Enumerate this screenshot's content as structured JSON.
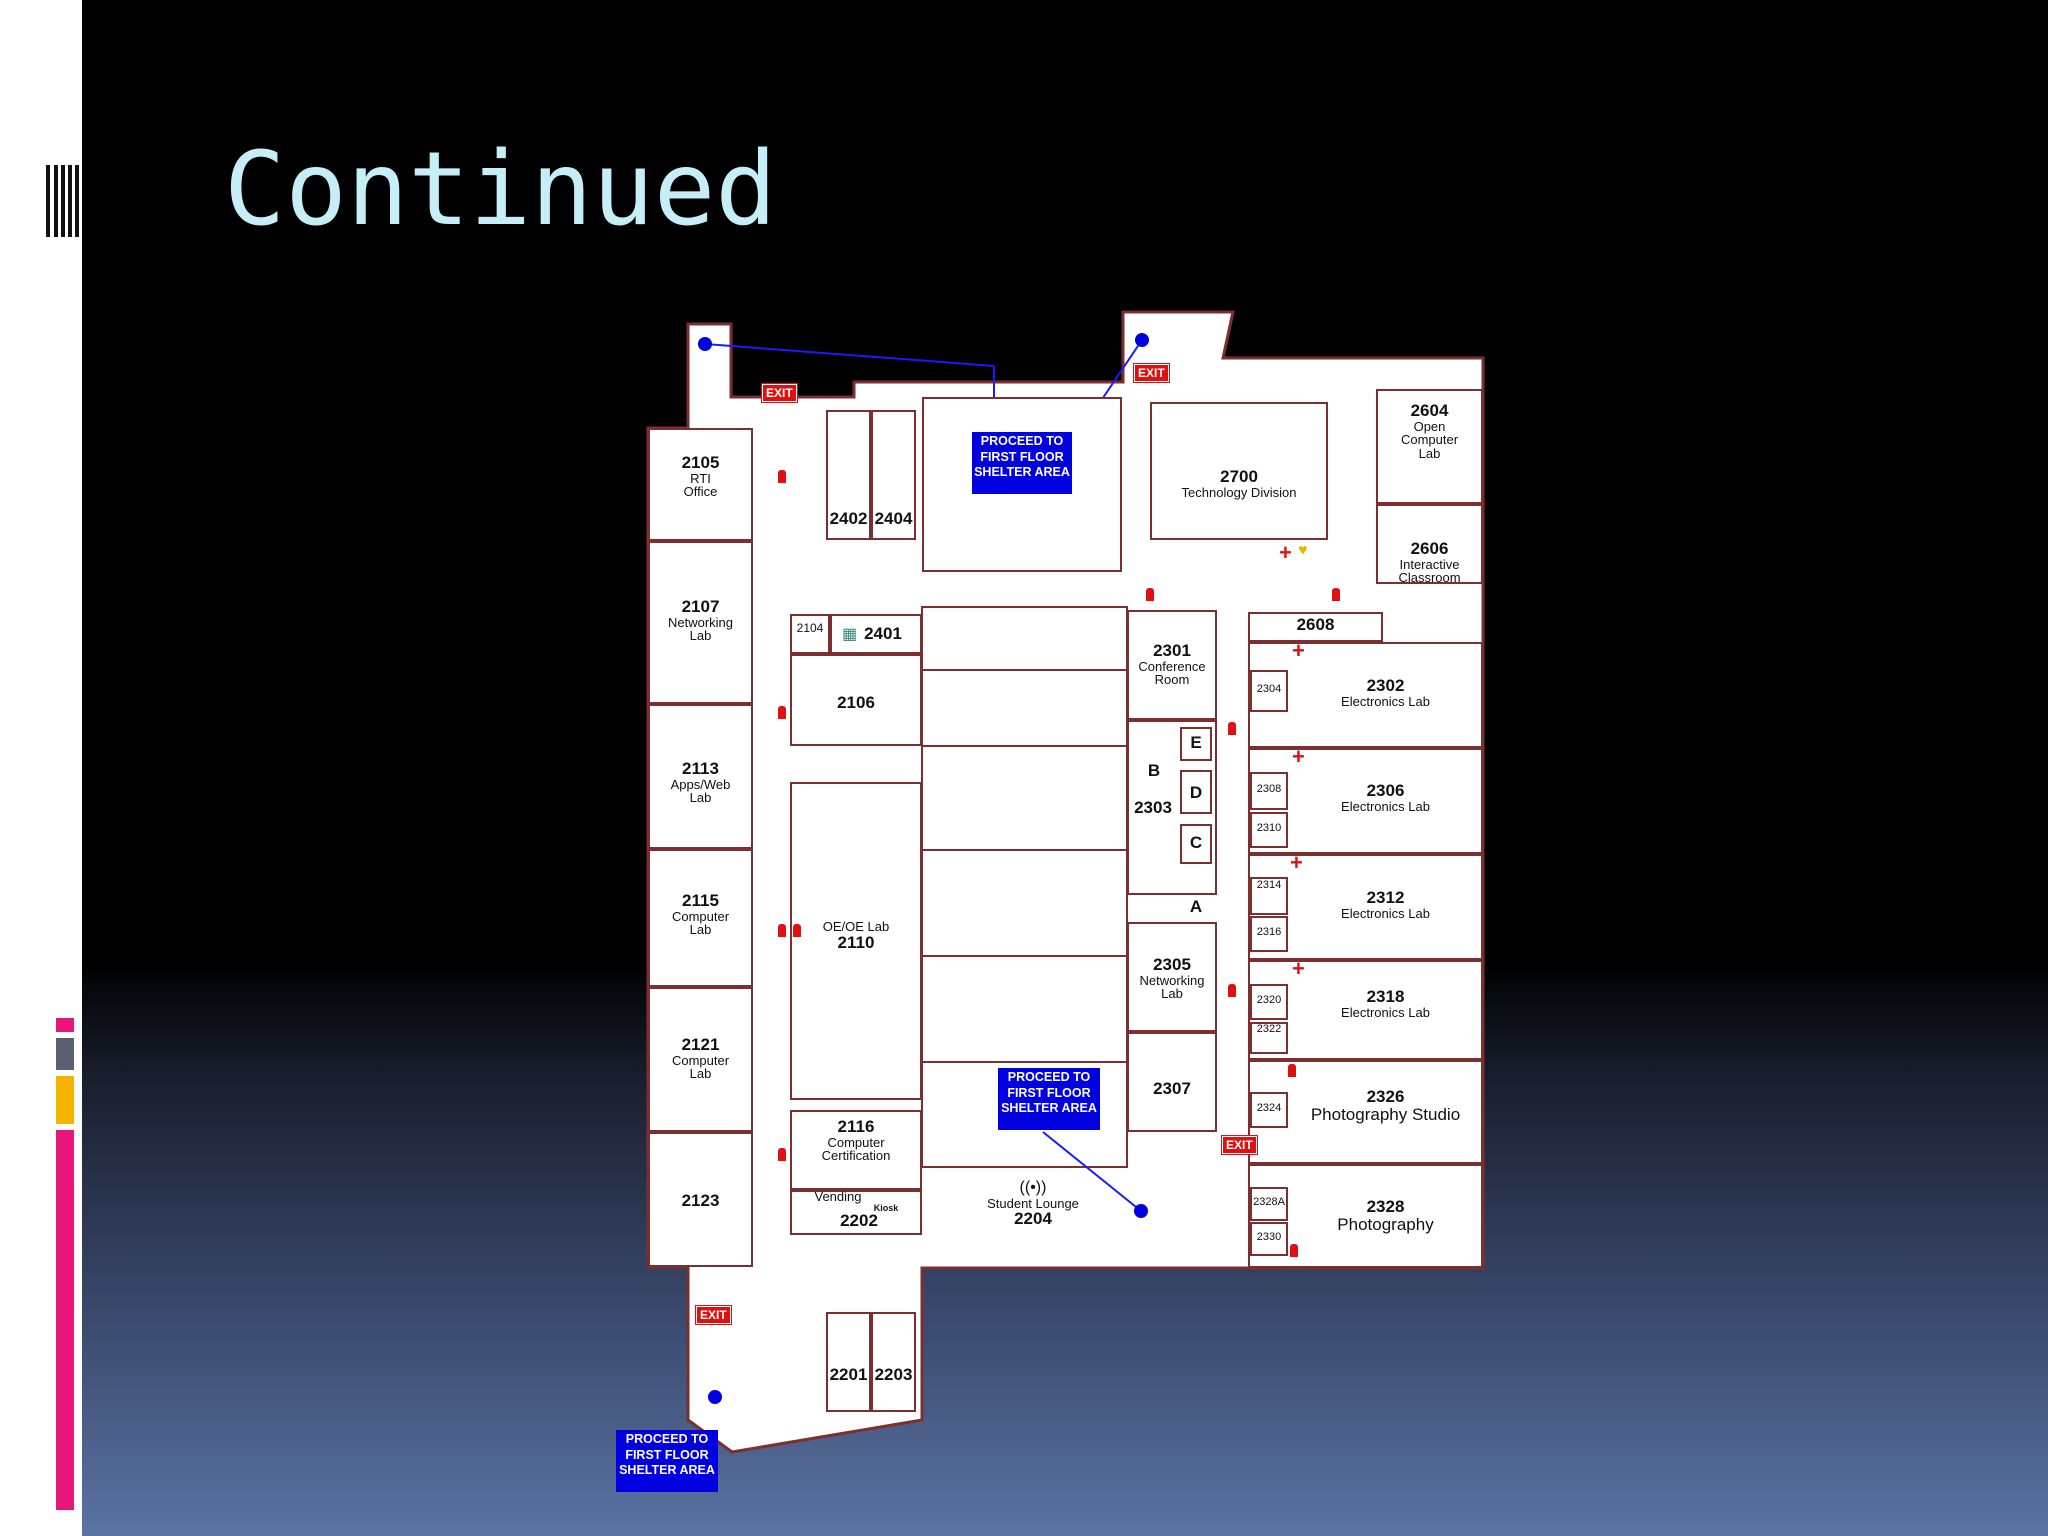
{
  "slide": {
    "title": "Continued"
  },
  "colors": {
    "title": "#c6eef6",
    "wall": "#7d2e2e",
    "shelter": "#0000e0",
    "exit": "#e01010",
    "accent_gray": "#5a6070",
    "accent_yellow": "#f5b400",
    "accent_pink": "#e8177a"
  },
  "plan": {
    "shelter_text": [
      "PROCEED TO",
      "FIRST FLOOR",
      "SHELTER AREA"
    ],
    "exit_label": "EXIT",
    "rooms": {
      "r2105": {
        "num": "2105",
        "sub": "RTI\nOffice"
      },
      "r2107": {
        "num": "2107",
        "sub": "Networking\nLab"
      },
      "r2113": {
        "num": "2113",
        "sub": "Apps/Web\nLab"
      },
      "r2115": {
        "num": "2115",
        "sub": "Computer\nLab"
      },
      "r2121": {
        "num": "2121",
        "sub": "Computer\nLab"
      },
      "r2123": {
        "num": "2123"
      },
      "r2402": {
        "num": "2402"
      },
      "r2404": {
        "num": "2404"
      },
      "r2104": {
        "num": "2104"
      },
      "r2401": {
        "num": "2401"
      },
      "r2106": {
        "num": "2106"
      },
      "r2110": {
        "num": "2110",
        "sub": "OE/OE Lab"
      },
      "r2116": {
        "num": "2116",
        "sub": "Computer\nCertification"
      },
      "r2202": {
        "num": "2202",
        "sub": "Vending",
        "kiosk": "Kiosk"
      },
      "r2204": {
        "num": "2204",
        "sub": "Student Lounge"
      },
      "r2201": {
        "num": "2201"
      },
      "r2203": {
        "num": "2203"
      },
      "r2700": {
        "num": "2700",
        "sub": "Technology Division"
      },
      "r2604": {
        "num": "2604",
        "sub": "Open\nComputer\nLab"
      },
      "r2606": {
        "num": "2606",
        "sub": "Interactive\nClassroom"
      },
      "r2608": {
        "num": "2608"
      },
      "r2301": {
        "num": "2301",
        "sub": "Conference\nRoom"
      },
      "r2303": {
        "num": "2303",
        "b": "B",
        "c": "C",
        "d": "D",
        "e": "E",
        "a": "A"
      },
      "r2305": {
        "num": "2305",
        "sub": "Networking\nLab"
      },
      "r2307": {
        "num": "2307"
      },
      "r2302": {
        "num": "2302",
        "sub": "Electronics Lab"
      },
      "r2306": {
        "num": "2306",
        "sub": "Electronics Lab"
      },
      "r2312": {
        "num": "2312",
        "sub": "Electronics Lab"
      },
      "r2318": {
        "num": "2318",
        "sub": "Electronics Lab"
      },
      "r2326": {
        "num": "2326",
        "sub": "Photography Studio"
      },
      "r2328": {
        "num": "2328",
        "sub": "Photography"
      },
      "small": {
        "s2304": "2304",
        "s2308": "2308",
        "s2310": "2310",
        "s2314": "2314",
        "s2316": "2316",
        "s2320": "2320",
        "s2322": "2322",
        "s2324": "2324",
        "s2328a": "2328A",
        "s2330": "2330"
      }
    }
  }
}
